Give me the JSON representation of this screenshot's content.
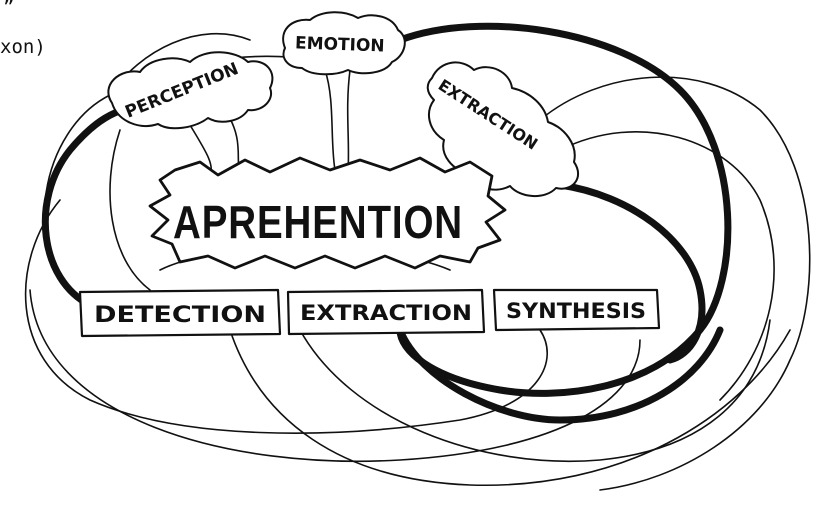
{
  "fragments": {
    "quote_mark": "”",
    "xon": "xon)"
  },
  "center": {
    "label": "APREHENTION"
  },
  "inputs": [
    {
      "label": "PERCEPTION"
    },
    {
      "label": "EMOTION"
    },
    {
      "label": "EXTRACTION"
    }
  ],
  "stages": [
    {
      "label": "DETECTION"
    },
    {
      "label": "EXTRACTION"
    },
    {
      "label": "SYNTHESIS"
    }
  ],
  "colors": {
    "ink": "#111111",
    "paper": "#ffffff"
  }
}
